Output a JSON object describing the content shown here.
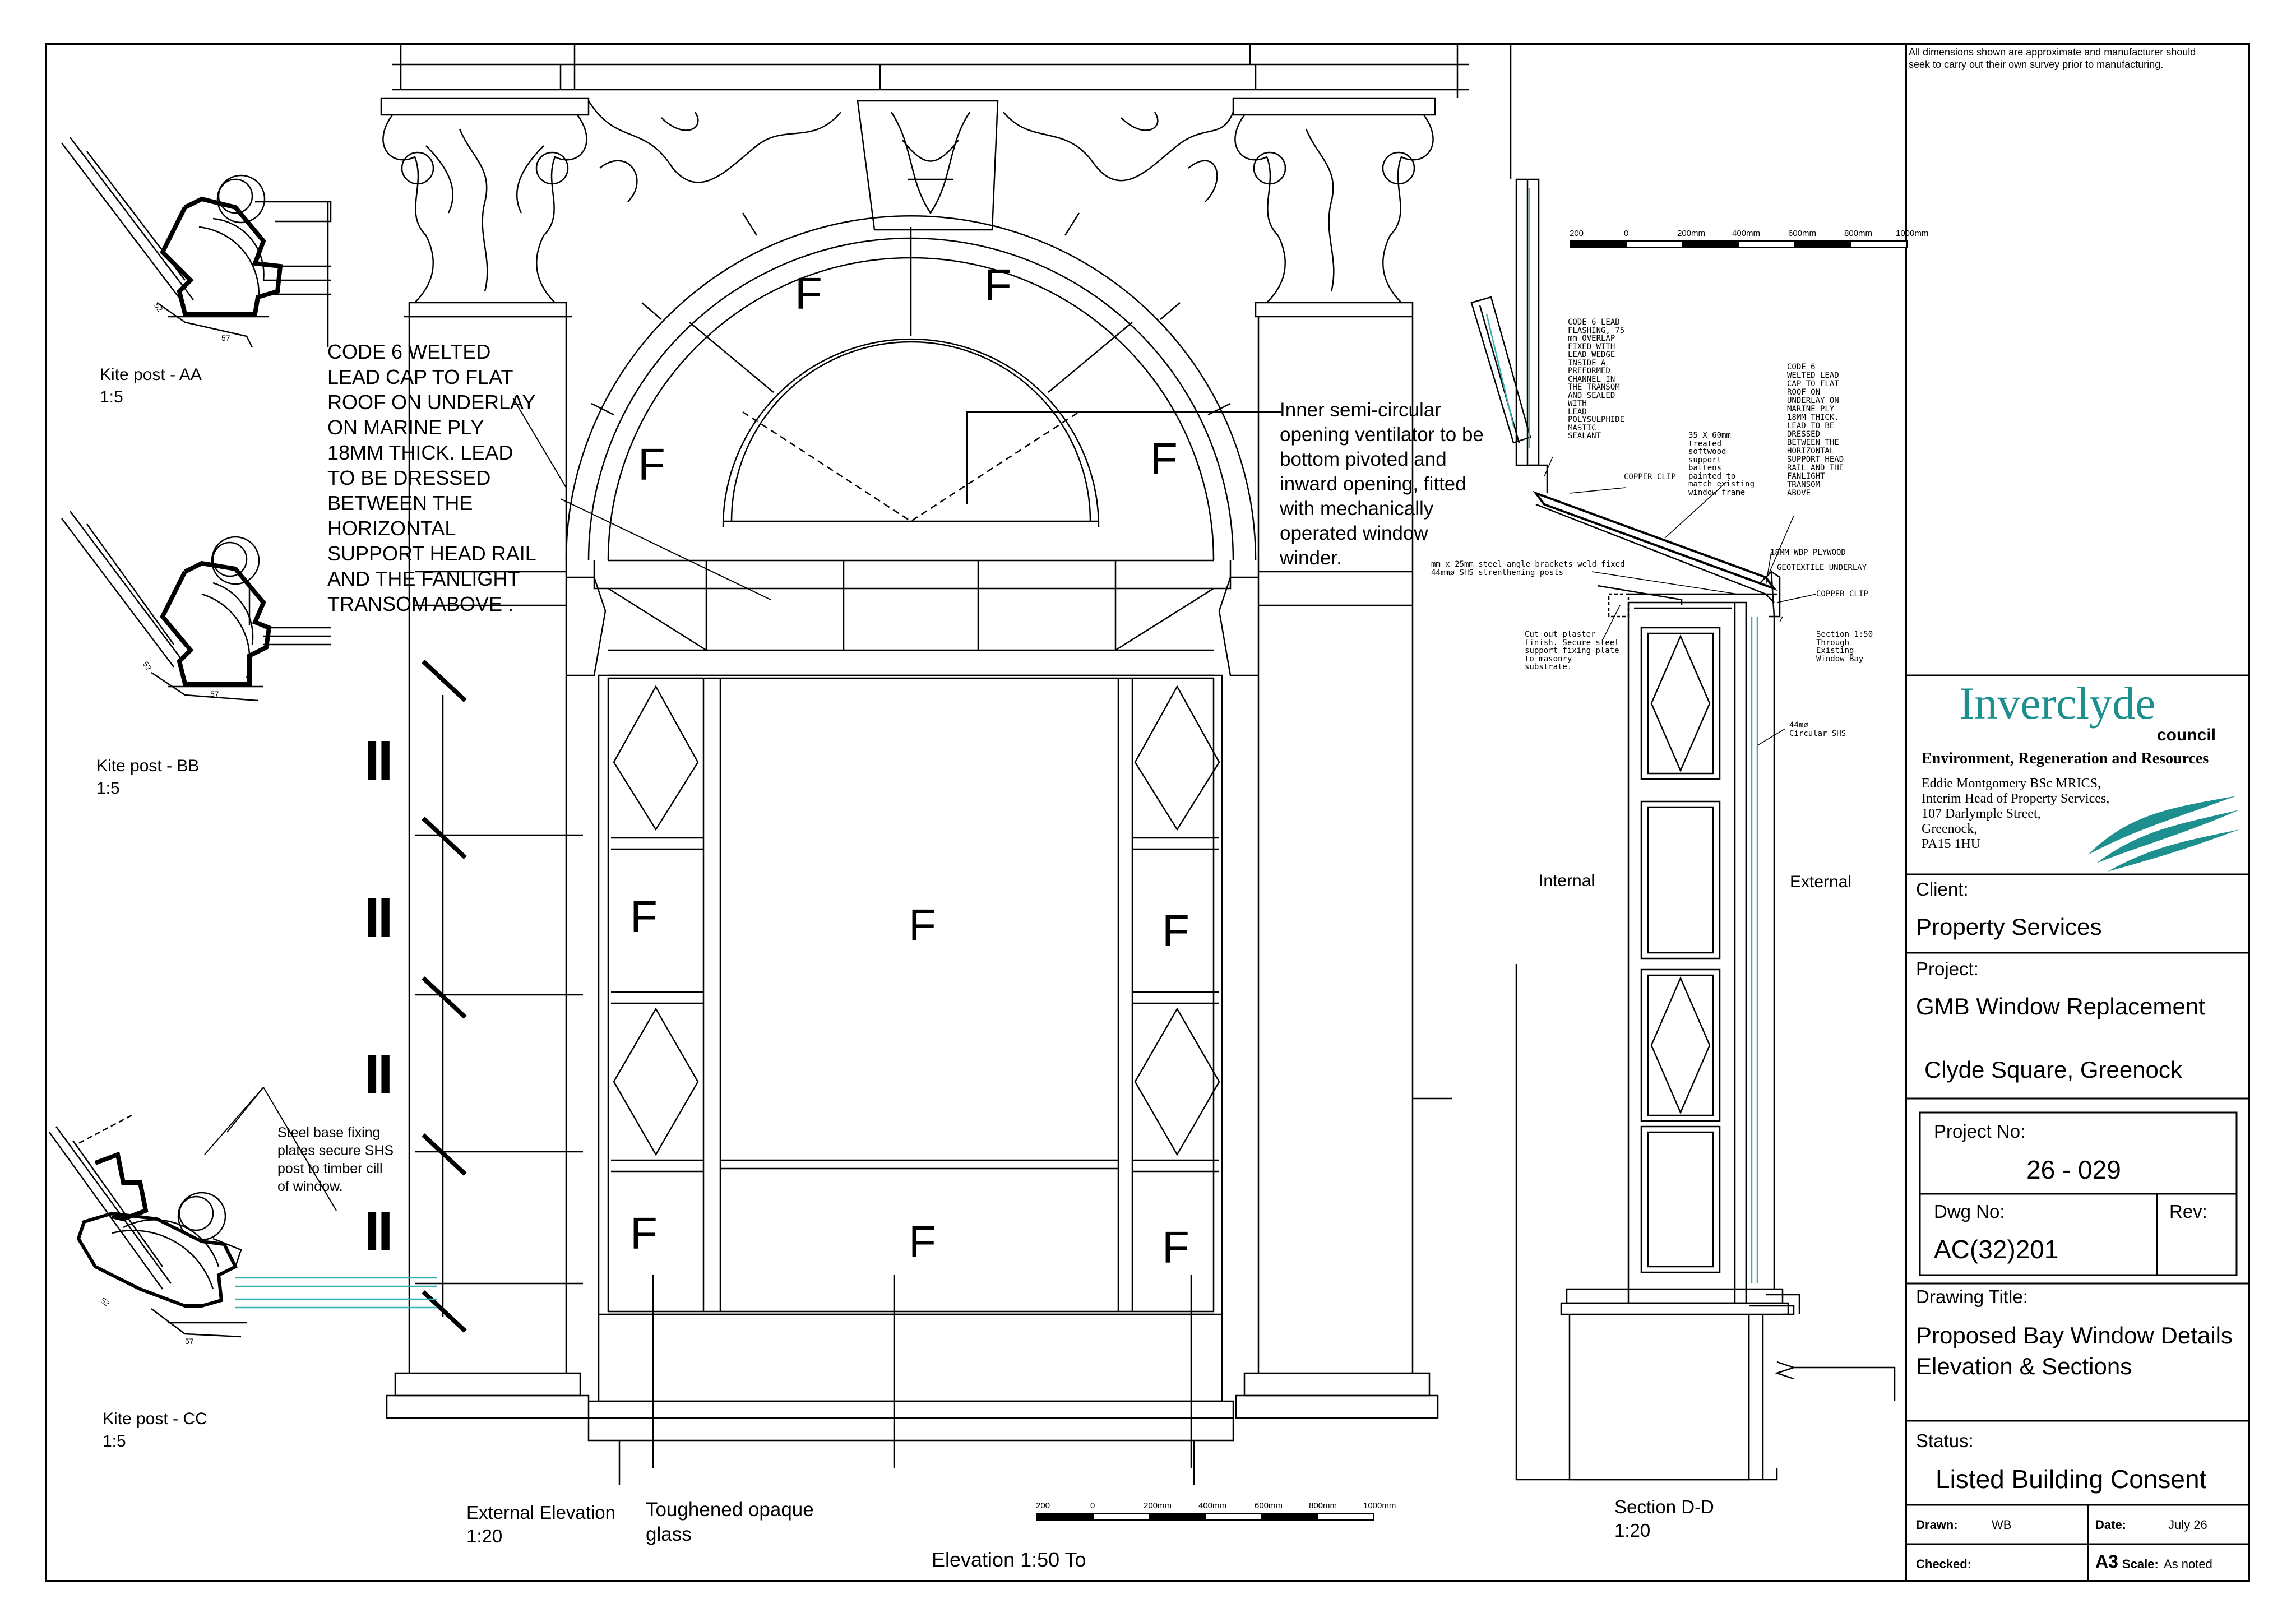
{
  "disclaimer": "All dimensions shown are approximate and manufacturer should\nseek to carry out their own survey prior to manufacturing.",
  "kite_posts": [
    {
      "title": "Kite post - AA",
      "scale": "1:5"
    },
    {
      "title": "Kite post - BB",
      "scale": "1:5"
    },
    {
      "title": "Kite post - CC",
      "scale": "1:5"
    }
  ],
  "dims": {
    "d57": "57",
    "d52": "52"
  },
  "notes": {
    "lead_cap": "CODE 6 WELTED\nLEAD CAP TO FLAT\nROOF ON  UNDERLAY\nON MARINE PLY\n18MM THICK. LEAD\nTO BE DRESSED\nBETWEEN THE\nHORIZONTAL\nSUPPORT HEAD RAIL\nAND THE FANLIGHT\nTRANSOM ABOVE .",
    "ventilator": "Inner semi-circular\nopening ventilator to be\nbottom pivoted and\ninward opening, fitted\nwith mechanically\noperated window\nwinder.",
    "steel_base": "Steel base fixing\nplates secure SHS\npost to timber cill\nof window.",
    "toughened": "Toughened opaque\nglass"
  },
  "section_notes": {
    "lead_flashing": "CODE 6 LEAD\nFLASHING, 75\nmm OVERLAP\nFIXED WITH\nLEAD WEDGE\nINSIDE A\nPREFORMED\nCHANNEL IN\nTHE TRANSOM\nAND SEALED\nWITH\nLEAD\nPOLYSULPHIDE\nMASTIC\nSEALANT",
    "copper_clip_1": "COPPER CLIP",
    "battens": "35 X 60mm\ntreated\nsoftwood\nsupport\nbattens\npainted to\nmatch existing\nwindow frame",
    "welted_cap": "CODE 6\nWELTED LEAD\nCAP TO FLAT\nROOF ON\nUNDERLAY ON\nMARINE PLY\n18MM THICK.\nLEAD TO BE\nDRESSED\nBETWEEN THE\nHORIZONTAL\nSUPPORT HEAD\nRAIL AND THE\nFANLIGHT\nTRANSOM\nABOVE",
    "plywood": "18MM WBP PLYWOOD",
    "geotextile": "GEOTEXTILE UNDERLAY",
    "copper_clip_2": "COPPER CLIP",
    "brackets": "mm x 25mm steel angle brackets weld fixed\n44mmø SHS strenthening posts",
    "plaster": "Cut out plaster\nfinish. Secure steel\nsupport fixing plate\nto masonry\nsubstrate.",
    "section_through": "Section 1:50\nThrough\nExisting\nWindow Bay",
    "shs": "44mø\nCircular SHS",
    "internal": "Internal",
    "external": "External"
  },
  "scale_bar_labels": [
    "200",
    "0",
    "200mm",
    "400mm",
    "600mm",
    "800mm",
    "1000mm"
  ],
  "fill_letter": "F",
  "break_mark": "II",
  "labels": {
    "external_elevation": "External Elevation",
    "external_scale": "1:20",
    "elevation_to": "Elevation 1:50 To",
    "section_dd": "Section D-D",
    "section_scale": "1:20"
  },
  "title_block": {
    "brand": "Inverclyde",
    "brand_sub": "council",
    "department": "Environment, Regeneration and Resources",
    "address": "Eddie Montgomery BSc MRICS,\nInterim Head of Property Services,\n107 Darlymple Street,\nGreenock,\nPA15 1HU",
    "client_label": "Client:",
    "client": "Property Services",
    "project_label": "Project:",
    "project": "GMB Window Replacement",
    "project_location": "Clyde Square, Greenock",
    "project_no_label": "Project No:",
    "project_no": "26 - 029",
    "dwg_no_label": "Dwg No:",
    "dwg_no": "AC(32)201",
    "rev_label": "Rev:",
    "drawing_title_label": "Drawing Title:",
    "drawing_title": "Proposed Bay Window  Details\nElevation & Sections",
    "status_label": "Status:",
    "status": "Listed Building Consent",
    "drawn_label": "Drawn:",
    "drawn": "WB",
    "date_label": "Date:",
    "date": "July 26",
    "checked_label": "Checked:",
    "sheet": "A3",
    "scale_label": "Scale:",
    "scale": "As noted"
  },
  "colors": {
    "line": "#000000",
    "glass": "#3ab0b0",
    "brand": "#1d8f8f"
  }
}
